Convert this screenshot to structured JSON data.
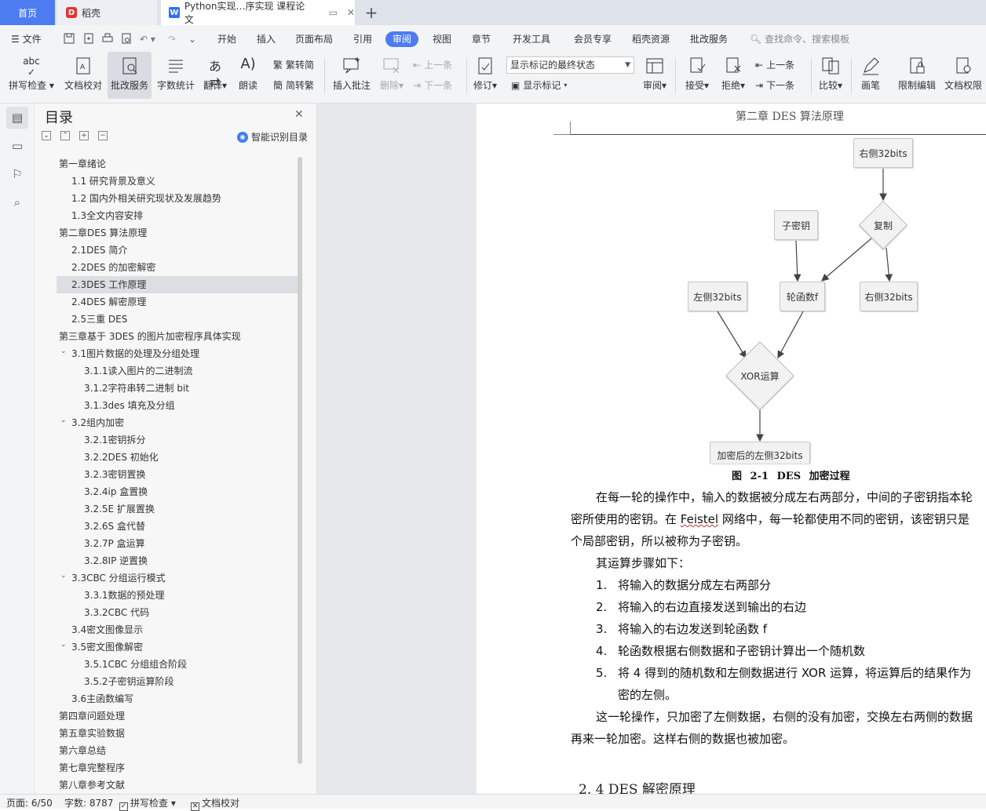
{
  "tabs": {
    "home": "首页",
    "daoke": "稻壳",
    "doc": "Python实现…序实现 课程论文",
    "add": "+"
  },
  "menu": {
    "file": "文件",
    "items": [
      "开始",
      "插入",
      "页面布局",
      "引用",
      "审阅",
      "视图",
      "章节",
      "开发工具",
      "会员专享",
      "稻壳资源",
      "批改服务"
    ],
    "search_placeholder": "查找命令、搜索模板"
  },
  "ribbon": {
    "spellcheck": "拼写检查",
    "doccheck": "文档校对",
    "correction": "批改服务",
    "wordcount": "字数统计",
    "translate": "翻译",
    "read": "朗读",
    "trad2simp": "繁转简",
    "simp2trad": "简转繁",
    "insert_comment": "插入批注",
    "delete": "删除",
    "prev_comment": "上一条",
    "next_comment": "下一条",
    "revise": "修订",
    "markup_state": "显示标记的最终状态",
    "show_markup": "显示标记",
    "review": "审阅",
    "accept": "接受",
    "reject": "拒绝",
    "prev_change": "上一条",
    "next_change": "下一条",
    "compare": "比较",
    "pen": "画笔",
    "restrict_edit": "限制编辑",
    "doc_permission": "文档权限"
  },
  "toc": {
    "title": "目录",
    "smart": "智能识别目录",
    "items": [
      {
        "text": "第一章绪论",
        "level": 1,
        "expand": true
      },
      {
        "text": "1.1  研究背景及意义",
        "level": 2
      },
      {
        "text": "1.2    国内外相关研究现状及发展趋势",
        "level": 2
      },
      {
        "text": "1.3全文内容安排",
        "level": 2
      },
      {
        "text": "第二章DES 算法原理",
        "level": 1,
        "expand": true
      },
      {
        "text": "2.1DES 简介",
        "level": 2
      },
      {
        "text": "2.2DES 的加密解密",
        "level": 2
      },
      {
        "text": "2.3DES 工作原理",
        "level": 2,
        "selected": true
      },
      {
        "text": "2.4DES 解密原理",
        "level": 2
      },
      {
        "text": "2.5三重 DES",
        "level": 2
      },
      {
        "text": "第三章基于 3DES 的图片加密程序具体实现",
        "level": 1,
        "expand": true
      },
      {
        "text": "3.1图片数据的处理及分组处理",
        "level": 2,
        "expand": true
      },
      {
        "text": "3.1.1读入图片的二进制流",
        "level": 3
      },
      {
        "text": "3.1.2字符串转二进制 bit",
        "level": 3
      },
      {
        "text": "3.1.3des 填充及分组",
        "level": 3
      },
      {
        "text": "3.2组内加密",
        "level": 2,
        "expand": true
      },
      {
        "text": "3.2.1密钥拆分",
        "level": 3
      },
      {
        "text": "3.2.2DES 初始化",
        "level": 3
      },
      {
        "text": "3.2.3密钥置换",
        "level": 3
      },
      {
        "text": "3.2.4ip 盒置换",
        "level": 3
      },
      {
        "text": "3.2.5E 扩展置换",
        "level": 3
      },
      {
        "text": "3.2.6S 盒代替",
        "level": 3
      },
      {
        "text": "3.2.7P 盒运算",
        "level": 3
      },
      {
        "text": "3.2.8IP 逆置换",
        "level": 3
      },
      {
        "text": "3.3CBC 分组运行模式",
        "level": 2,
        "expand": true
      },
      {
        "text": "3.3.1数据的预处理",
        "level": 3
      },
      {
        "text": "3.3.2CBC 代码",
        "level": 3
      },
      {
        "text": "3.4密文图像显示",
        "level": 2
      },
      {
        "text": "3.5密文图像解密",
        "level": 2,
        "expand": true
      },
      {
        "text": "3.5.1CBC 分组组合阶段",
        "level": 3
      },
      {
        "text": "3.5.2子密钥运算阶段",
        "level": 3
      },
      {
        "text": "3.6主函数编写",
        "level": 2
      },
      {
        "text": "第四章问题处理",
        "level": 1
      },
      {
        "text": "第五章实验数据",
        "level": 1
      },
      {
        "text": "第六章总结",
        "level": 1
      },
      {
        "text": "第七章完整程序",
        "level": 1
      },
      {
        "text": "第八章参考文献",
        "level": 1
      }
    ]
  },
  "document": {
    "header": "第二章  DES 算法原理",
    "flow": {
      "right32": "右侧32bits",
      "subkey": "子密钥",
      "copy": "复制",
      "left32": "左侧32bits",
      "roundf": "轮函数f",
      "right32b": "右侧32bits",
      "xor": "XOR运算",
      "encleft": "加密后的左侧32bits"
    },
    "caption": "图 2-1 DES 加密过程",
    "p1_l1": "在每一轮的操作中，输入的数据被分成左右两部分，中间的子密钥指本轮",
    "p1_l2_a": "密所使用的密钥。在 ",
    "p1_l2_b": "Feistel",
    "p1_l2_c": " 网络中，每一轮都使用不同的密钥，该密钥只是",
    "p1_l3": "个局部密钥，所以被称为子密钥。",
    "p2": "其运算步骤如下：",
    "steps": [
      {
        "n": "1.",
        "t": "将输入的数据分成左右两部分"
      },
      {
        "n": "2.",
        "t": "将输入的右边直接发送到输出的右边"
      },
      {
        "n": "3.",
        "t": "将输入的右边发送到轮函数 f"
      },
      {
        "n": "4.",
        "t": "轮函数根据右侧数据和子密钥计算出一个随机数"
      },
      {
        "n": "5.",
        "t": "将 4 得到的随机数和左侧数据进行 XOR 运算，将运算后的结果作为"
      }
    ],
    "step5_cont": "密的左侧。",
    "p3_l1": "这一轮操作，只加密了左侧数据，右侧的没有加密，交换左右两侧的数据",
    "p3_l2": "再来一轮加密。这样右侧的数据也被加密。",
    "section": "2. 4    DES 解密原理"
  },
  "status": {
    "page": "页面: 6/50",
    "words": "字数: 8787",
    "spell": "拼写检查",
    "proof": "文档校对"
  },
  "colors": {
    "accent": "#4d7cf0",
    "toolbar_bg": "#f3f4f6",
    "doc_bg": "#e7e8eb"
  }
}
